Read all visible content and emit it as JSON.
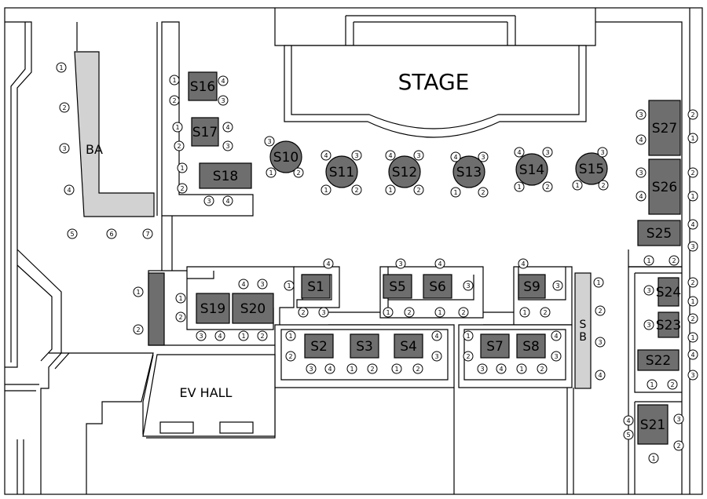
{
  "labels": {
    "stage": "STAGE",
    "ev_hall": "EV HALL",
    "bar": "BA",
    "sb_top": "S",
    "sb_bottom": "B"
  },
  "colors": {
    "table_fill": "#6e6e6e",
    "bar_fill": "#d2d2d2",
    "line": "#000000",
    "background": "#ffffff"
  },
  "tables": [
    "S1",
    "S2",
    "S3",
    "S4",
    "S5",
    "S6",
    "S7",
    "S8",
    "S9",
    "S10",
    "S11",
    "S12",
    "S13",
    "S14",
    "S15",
    "S16",
    "S17",
    "S18",
    "S19",
    "S20",
    "S21",
    "S22",
    "S23",
    "S24",
    "S25",
    "S26",
    "S27"
  ],
  "seat_numbers": [
    "1",
    "2",
    "3",
    "4",
    "5",
    "6",
    "7"
  ]
}
